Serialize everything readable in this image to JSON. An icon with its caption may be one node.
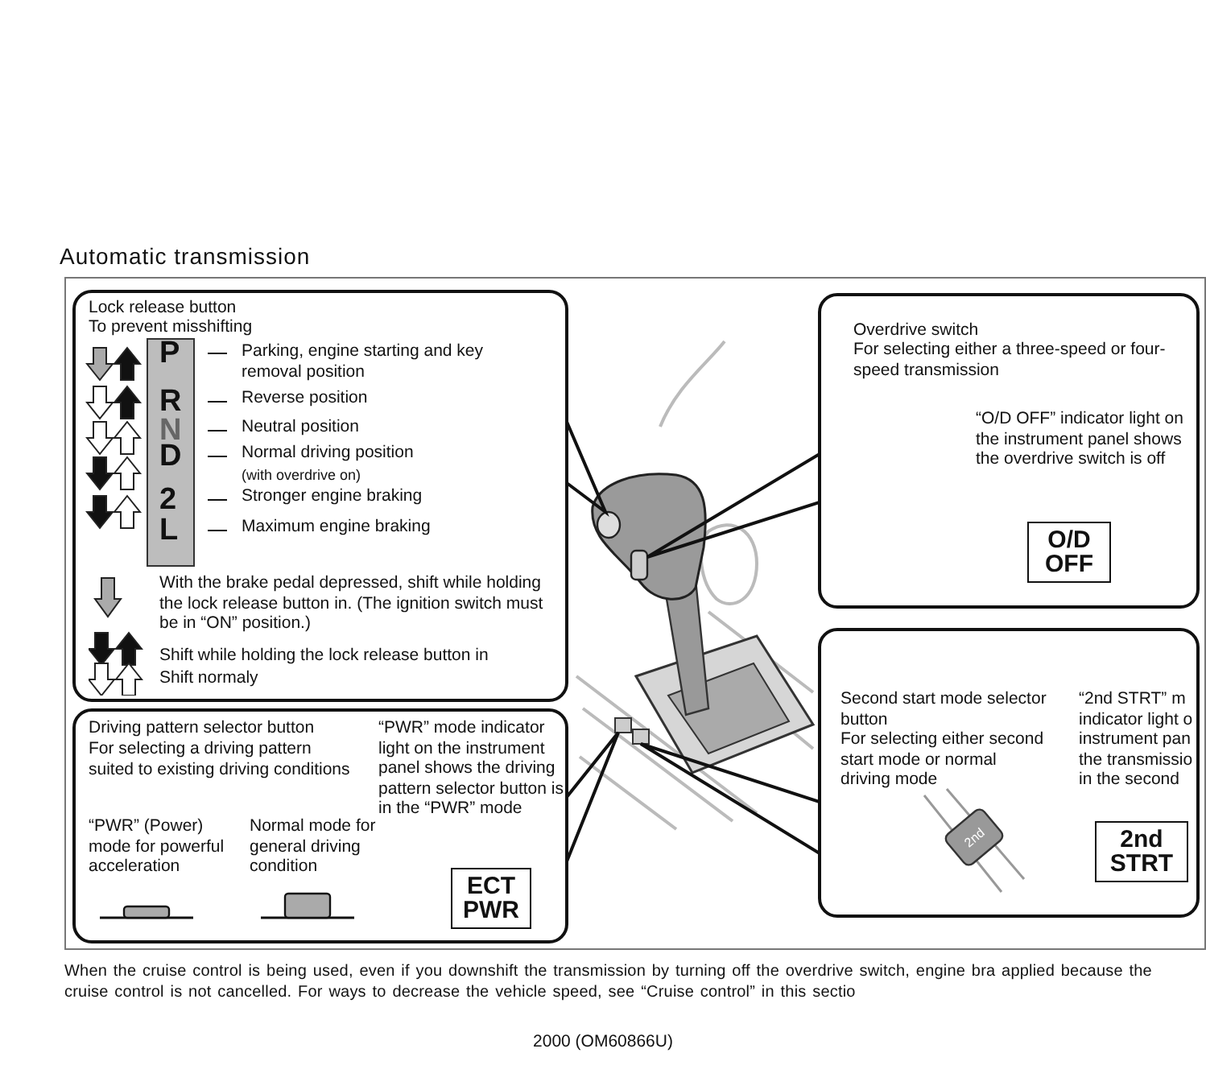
{
  "diagram": {
    "title": "Automatic transmission",
    "caption": "When the cruise control is being used, even if you downshift the transmission by turning off the overdrive switch, engine bra applied because the cruise control is not cancelled. For ways to decrease the vehicle speed, see “Cruise control” in this sectio",
    "nodes": [
      {
        "text": [
          "Lock release button",
          "To prevent misshifting"
        ]
      },
      {
        "text": [],
        "shape": "picture"
      },
      {
        "text": [
          "Driving pattern selector button",
          "For selecting a driving pattern suited to existing driving conditions",
          "“PWR” (Power) mode for powerful acceleration",
          "Normal mode for general driving condition",
          "“PWR” mode indicator light on the instrument panel shows the driving pattern selector button is in the “PWR” mode"
        ]
      },
      {
        "text": [
          "ECT PWR"
        ],
        "in": 2
      },
      {
        "text": [
          "Overdrive switch",
          "For selecting either a three-speed or four-speed transmission",
          "“O/D OFF” indicator light on the instrument panel shows the overdrive switch is off"
        ]
      },
      {
        "text": [
          "O/D OFF"
        ],
        "in": 4
      },
      {
        "text": [
          "Second start mode selector button",
          "For selecting either second start mode or normal driving mode",
          "“2nd STRT” m indicator light o instrument pan the transmissio in the second"
        ]
      },
      {
        "text": [
          "2nd STRT"
        ],
        "in": 6
      }
    ],
    "edges": [
      {
        "from": 0,
        "to": 1,
        "arrow": "none"
      },
      {
        "from": 4,
        "to": 1,
        "arrow": "none"
      },
      {
        "from": 2,
        "to": 1,
        "arrow": "none"
      },
      {
        "from": 6,
        "to": 1,
        "arrow": "none"
      }
    ],
    "labels": [
      "P",
      "Parking, engine starting and key removal position",
      "R",
      "Reverse position",
      "N",
      "Neutral position",
      "D",
      "Normal driving position",
      "(with overdrive on)",
      "2",
      "Stronger engine braking",
      "L",
      "Maximum engine braking",
      "2nd",
      "2000 (OM60866U)"
    ],
    "legend": [
      {
        "text": "With the brake pedal depressed, shift while holding the lock release button in. (The ignition switch must be in “ON” position.)"
      },
      {
        "text": "Shift while holding the lock release button in"
      },
      {
        "text": "Shift normaly"
      }
    ]
  }
}
